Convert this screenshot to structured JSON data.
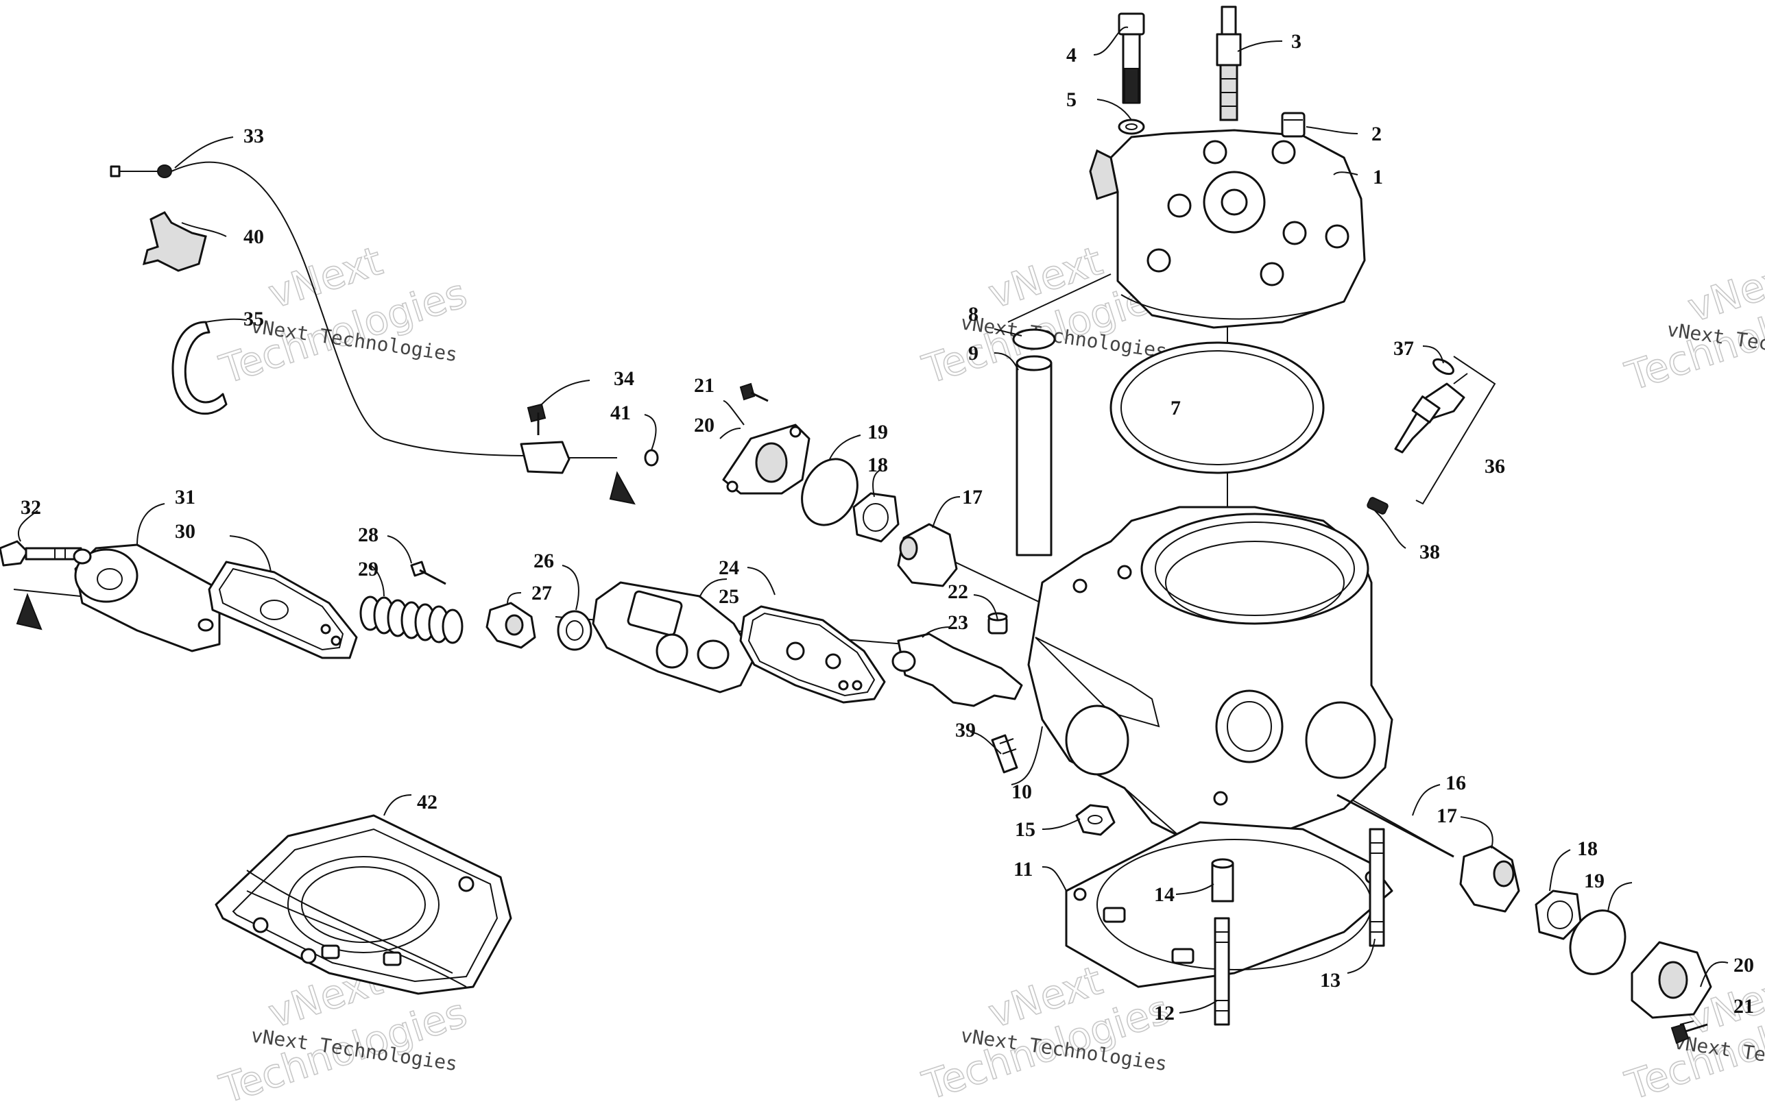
{
  "callouts": [
    "1",
    "2",
    "3",
    "4",
    "5",
    "7",
    "8",
    "9",
    "10",
    "11",
    "12",
    "13",
    "14",
    "15",
    "16",
    "17",
    "18",
    "19",
    "20",
    "21",
    "22",
    "23",
    "24",
    "25",
    "26",
    "27",
    "28",
    "29",
    "30",
    "31",
    "32",
    "33",
    "34",
    "35",
    "36",
    "37",
    "38",
    "39",
    "40",
    "41",
    "42",
    "17",
    "18",
    "19",
    "20",
    "21"
  ],
  "watermark": {
    "line1": "vNext",
    "line2": "Technologies",
    "caption": "vNext Technologies"
  }
}
